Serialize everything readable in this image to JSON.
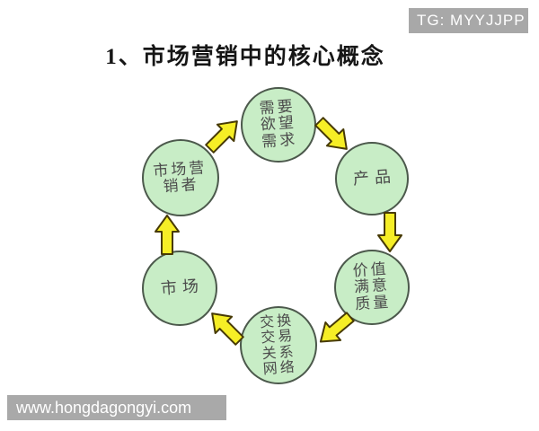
{
  "watermarks": {
    "tg_badge": "TG: MYYJJPP",
    "site": "www.hongdagongyi.com"
  },
  "title": "1、市场营销中的核心概念",
  "diagram": {
    "type": "cycle",
    "nodes": [
      {
        "id": "needs",
        "lines": [
          "需要",
          "欲望",
          "需求"
        ]
      },
      {
        "id": "product",
        "lines": [
          "产品"
        ]
      },
      {
        "id": "value",
        "lines": [
          "价值",
          "满意",
          "质量"
        ]
      },
      {
        "id": "exchange",
        "lines": [
          "交换",
          "交易",
          "关系",
          "网络"
        ]
      },
      {
        "id": "market",
        "lines": [
          "市场"
        ]
      },
      {
        "id": "marketer",
        "lines": [
          "市场营",
          "销者"
        ]
      }
    ],
    "arrows": [
      {
        "from": "marketer",
        "to": "needs"
      },
      {
        "from": "needs",
        "to": "product"
      },
      {
        "from": "product",
        "to": "value"
      },
      {
        "from": "value",
        "to": "exchange"
      },
      {
        "from": "exchange",
        "to": "market"
      },
      {
        "from": "market",
        "to": "marketer"
      }
    ],
    "colors": {
      "node_fill": "#c8edc6",
      "node_border": "#4c594c",
      "arrow_fill": "#f6ee26",
      "arrow_border": "#473a05",
      "watermark_bg": "#a9a9a9",
      "watermark_text": "#ffffff",
      "title_text": "#161616"
    }
  }
}
